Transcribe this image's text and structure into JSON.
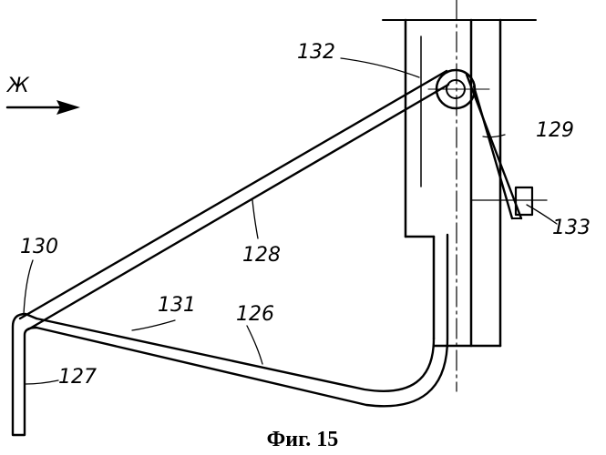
{
  "figure": {
    "caption": "Фиг. 15",
    "direction_label": "Ж",
    "labels": {
      "l126": "126",
      "l127": "127",
      "l128": "128",
      "l129": "129",
      "l130": "130",
      "l131": "131",
      "l132": "132",
      "l133": "133"
    }
  }
}
